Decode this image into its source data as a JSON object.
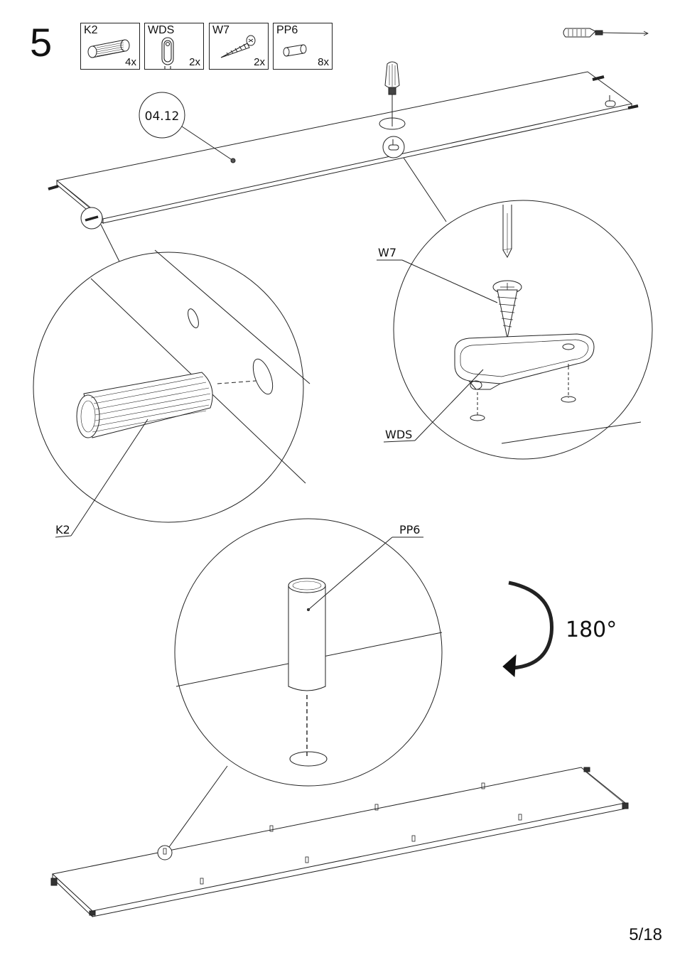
{
  "step": {
    "number": "5"
  },
  "parts": [
    {
      "code": "K2",
      "qty": "4x",
      "icon": "wooden-dowel-icon"
    },
    {
      "code": "WDS",
      "qty": "2x",
      "icon": "shelf-support-icon"
    },
    {
      "code": "W7",
      "qty": "2x",
      "icon": "screw-icon"
    },
    {
      "code": "PP6",
      "qty": "8x",
      "icon": "plastic-pin-icon"
    }
  ],
  "tool": {
    "icon": "screwdriver-icon"
  },
  "panel_label": "04.12",
  "callouts": {
    "k2": "K2",
    "w7": "W7",
    "wds": "WDS",
    "pp6": "PP6"
  },
  "rotation": {
    "label": "180°"
  },
  "page_number": "5/18"
}
